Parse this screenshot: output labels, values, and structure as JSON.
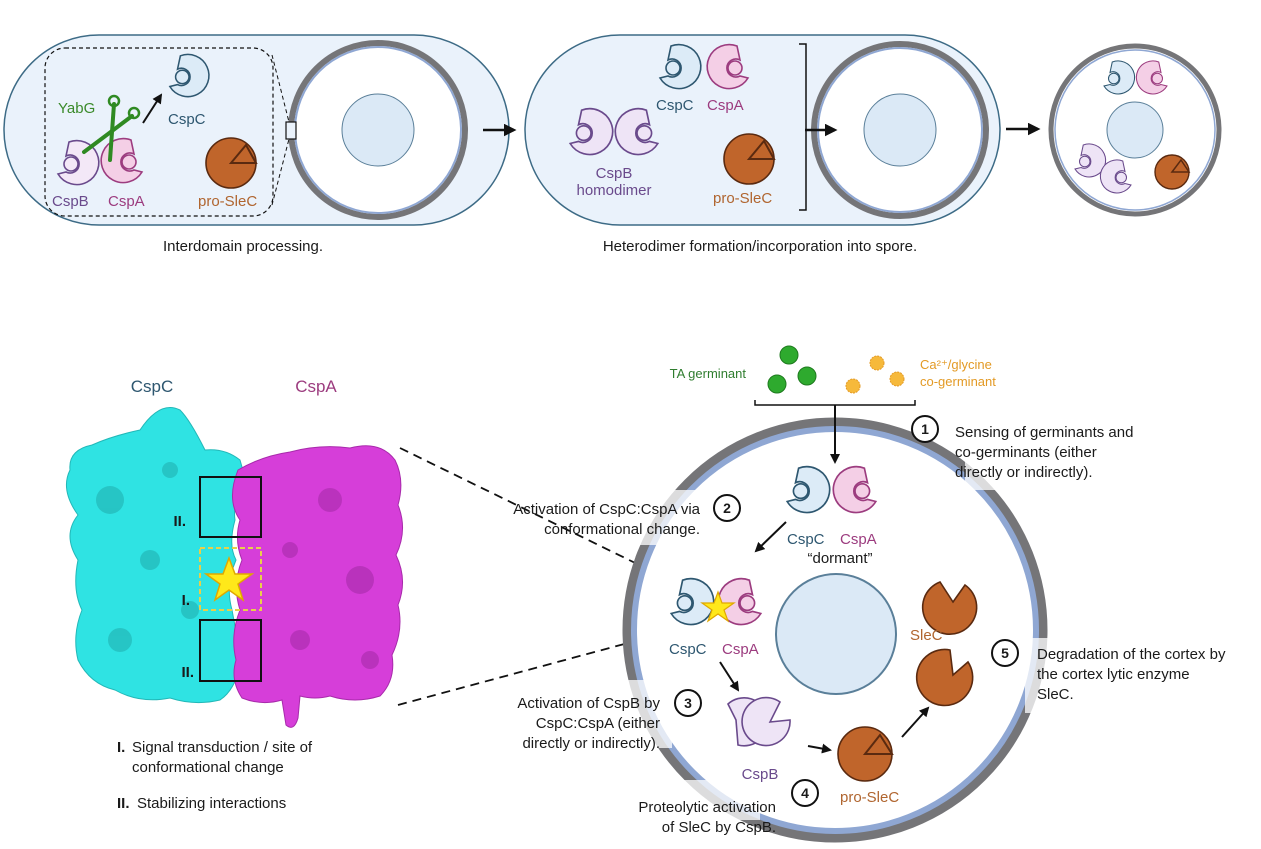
{
  "colors": {
    "cell_fill": "#eaf2fb",
    "cell_stroke": "#3d6b86",
    "spore_coat": "#757578",
    "spore_cortex": "#8fa7d3",
    "core_fill": "#dbe9f6",
    "cspc_fill": "#dcebf7",
    "cspc_stroke": "#2e5770",
    "cspa_fill": "#f4cfe6",
    "cspa_stroke": "#9c3c7f",
    "cspb_fill": "#eee4f6",
    "cspb_stroke": "#6a4a8c",
    "slec_fill": "#c0652b",
    "slec_stroke": "#5a2a10",
    "yabg": "#2f8a22",
    "ta_germinant": "#2eaa2e",
    "co_germinant": "#f6b93b",
    "protein_cspc": "#2fe3e3",
    "protein_cspa": "#d63ed9",
    "star": "#ffe81a"
  },
  "top": {
    "panel1": {
      "labels": {
        "yabg": "YabG",
        "cspc": "CspC",
        "cspb": "CspB",
        "cspa": "CspA",
        "proslec": "pro-SleC"
      },
      "caption": "Interdomain processing."
    },
    "panel2": {
      "labels": {
        "cspc": "CspC",
        "cspa": "CspA",
        "cspb_line1": "CspB",
        "cspb_line2": "homodimer",
        "proslec": "pro-SleC"
      },
      "caption": "Heterodimer formation/incorporation into spore."
    }
  },
  "structure": {
    "label_cspc": "CspC",
    "label_cspa": "CspA",
    "region_marks": {
      "site1": "I.",
      "site2a": "II.",
      "site2b": "II."
    },
    "legend": [
      {
        "mark": "I.",
        "text_line1": "Signal transduction / site of",
        "text_line2": "conformational change"
      },
      {
        "mark": "II.",
        "text_line1": "Stabilizing interactions"
      }
    ]
  },
  "pathway": {
    "germinants": {
      "ta": "TA germinant",
      "co_line1": "Ca²⁺/glycine",
      "co_line2": "co-germinant"
    },
    "labels": {
      "dormant_cspc": "CspC",
      "dormant_cspa": "CspA",
      "dormant": "“dormant”",
      "active_cspc": "CspC",
      "active_cspa": "CspA",
      "cspb": "CspB",
      "proslec": "pro-SleC",
      "slec": "SleC"
    },
    "steps": [
      {
        "num": "1",
        "line1": "Sensing of germinants and",
        "line2": "co-germinants (either",
        "line3": "directly or indirectly)."
      },
      {
        "num": "2",
        "line1": "Activation of CspC:CspA via",
        "line2": "conformational change."
      },
      {
        "num": "3",
        "line1": "Activation of CspB by",
        "line2": "CspC:CspA (either",
        "line3": "directly or indirectly)."
      },
      {
        "num": "4",
        "line1": "Proteolytic activation",
        "line2": "of SleC by CspB."
      },
      {
        "num": "5",
        "line1": "Degradation of the cortex by",
        "line2": "the cortex lytic enzyme",
        "line3": "SleC."
      }
    ]
  }
}
